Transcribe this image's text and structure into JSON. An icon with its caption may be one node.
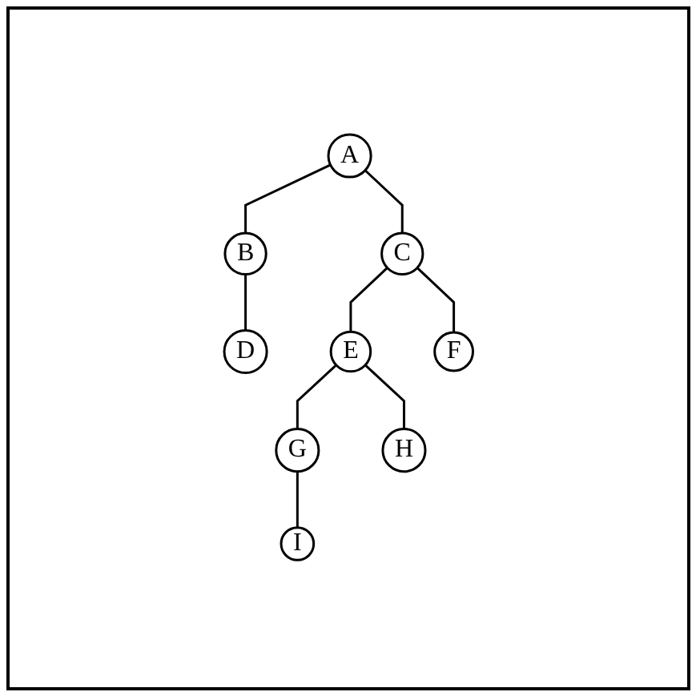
{
  "diagram": {
    "nodes": [
      {
        "text": [
          "A"
        ]
      },
      {
        "text": [
          "B"
        ]
      },
      {
        "text": [
          "C"
        ]
      },
      {
        "text": [
          "D"
        ]
      },
      {
        "text": [
          "E"
        ]
      },
      {
        "text": [
          "F"
        ]
      },
      {
        "text": [
          "G"
        ]
      },
      {
        "text": [
          "H"
        ]
      },
      {
        "text": [
          "I"
        ]
      }
    ],
    "edges": [
      {
        "from": 0,
        "to": 1,
        "arrow": "none"
      },
      {
        "from": 0,
        "to": 2,
        "arrow": "none"
      },
      {
        "from": 1,
        "to": 3,
        "arrow": "none"
      },
      {
        "from": 2,
        "to": 4,
        "arrow": "none"
      },
      {
        "from": 2,
        "to": 5,
        "arrow": "none"
      },
      {
        "from": 4,
        "to": 6,
        "arrow": "none"
      },
      {
        "from": 4,
        "to": 7,
        "arrow": "none"
      },
      {
        "from": 6,
        "to": 8,
        "arrow": "none"
      }
    ]
  }
}
